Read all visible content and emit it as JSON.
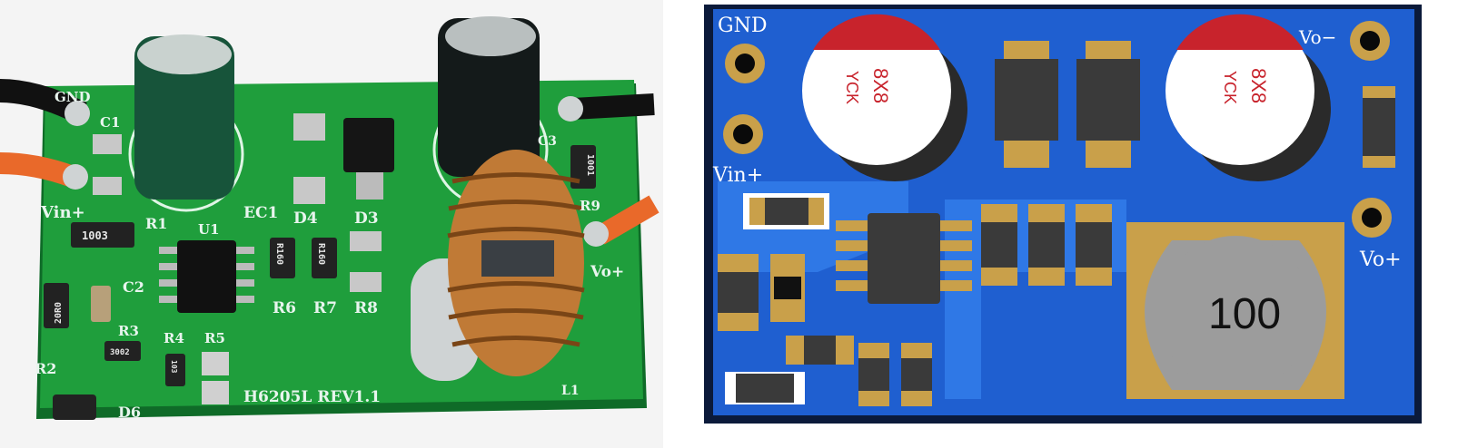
{
  "photo": {
    "board_color": "#1f9e3c",
    "labels": {
      "gnd": "GND",
      "c1": "C1",
      "vin": "Vin+",
      "r1": "R1",
      "u1": "U1",
      "ec1": "EC1",
      "d4": "D4",
      "d3": "D3",
      "c3": "C3",
      "r9": "R9",
      "vo_plus": "Vo+",
      "c2": "C2",
      "r6": "R6",
      "r7": "R7",
      "r8": "R8",
      "r3": "R3",
      "r4": "R4",
      "r5": "R5",
      "r2": "R2",
      "d6": "D6",
      "l1": "L1",
      "board_name": "H6205L  REV1.1"
    },
    "markings": {
      "r1": "1003",
      "r9": "1001",
      "r6": "R160",
      "r7": "R160",
      "r2": "20R0",
      "r3": "3002",
      "r4": "103"
    }
  },
  "render": {
    "board_color": "#1f5fd0",
    "frame_color": "#0b1a3a",
    "labels": {
      "gnd": "GND",
      "vin": "Vin+",
      "vo_minus": "Vo−",
      "vo_plus": "Vo+"
    },
    "capacitor_text": {
      "size": "8X8",
      "brand": "YCK"
    },
    "inductor_value": "100"
  }
}
